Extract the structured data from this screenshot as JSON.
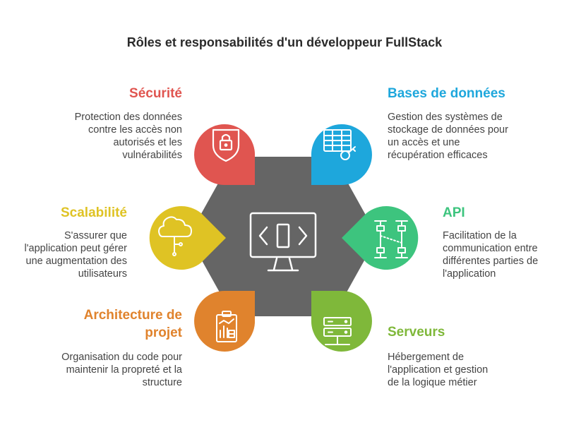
{
  "title": "Rôles et responsabilités d'un développeur FullStack",
  "center": {
    "icon": "monitor-code-icon",
    "color": "#656565"
  },
  "items": [
    {
      "key": "securite",
      "title": "Sécurité",
      "description": "Protection des données contre les accès non autorisés et les vulnérabilités",
      "color": "#e05550",
      "icon": "shield-lock-icon"
    },
    {
      "key": "bases",
      "title": "Bases de données",
      "description": "Gestion des systèmes de stockage de données pour un accès et une récupération efficaces",
      "color": "#1ea7dc",
      "icon": "database-table-key-icon"
    },
    {
      "key": "scalabilite",
      "title": "Scalabilité",
      "description": "S'assurer que l'application peut gérer une augmentation des utilisateurs",
      "color": "#dfc324",
      "icon": "cloud-network-icon"
    },
    {
      "key": "api",
      "title": "API",
      "description": "Facilitation de la communication entre différentes parties de l'application",
      "color": "#3dc47e",
      "icon": "api-network-icon"
    },
    {
      "key": "architecture",
      "title": "Architecture de projet",
      "description": "Organisation du code pour maintenir la propreté et la structure",
      "color": "#e0832d",
      "icon": "clipboard-chart-icon"
    },
    {
      "key": "serveurs",
      "title": "Serveurs",
      "description": "Hébergement de l'application et gestion de la logique métier",
      "color": "#7fb83a",
      "icon": "server-icon"
    }
  ]
}
